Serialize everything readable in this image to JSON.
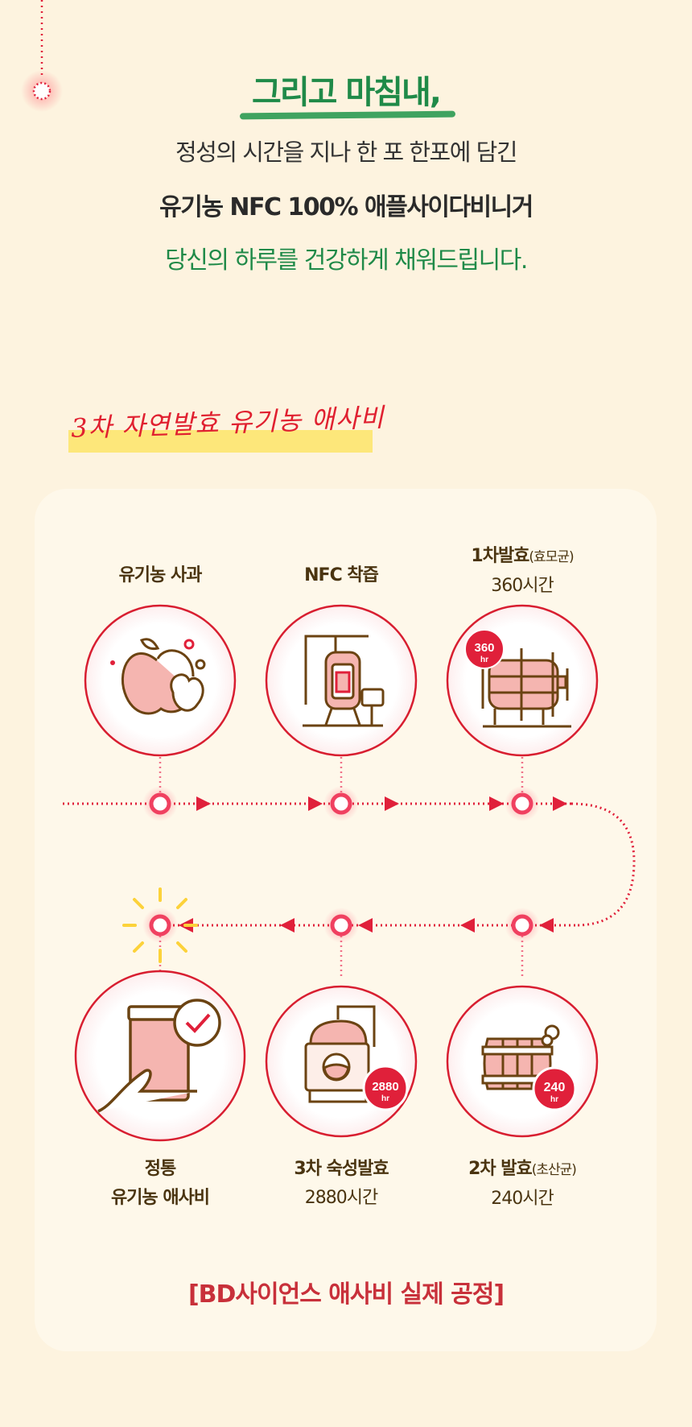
{
  "intro": {
    "heading": "그리고 마침내,",
    "line1": "정성의 시간을 지나 한 포 한포에 담긴",
    "line2": "유기농 NFC 100% 애플사이다비니거",
    "line3": "당신의 하루를 건강하게 채워드립니다."
  },
  "section_label": "3차 자연발효 유기농 애사비",
  "process": {
    "steps": [
      {
        "title": "유기농 사과",
        "sub": "",
        "detail": "",
        "icon": "apple-icon"
      },
      {
        "title": "NFC 착즙",
        "sub": "",
        "detail": "",
        "icon": "juicer-tank-icon"
      },
      {
        "title": "1차발효",
        "sub": "(효모균)",
        "detail": "360시간",
        "icon": "barrel-icon",
        "badge": "360",
        "badge_unit": "hr"
      },
      {
        "title": "2차 발효",
        "sub": "(초산균)",
        "detail": "240시간",
        "icon": "wooden-barrel-icon",
        "badge": "240",
        "badge_unit": "hr"
      },
      {
        "title": "3차 숙성발효",
        "sub": "",
        "detail": "2880시간",
        "icon": "fermentation-tank-icon",
        "badge": "2880",
        "badge_unit": "hr"
      },
      {
        "title": "정통",
        "sub": "",
        "detail": "유기농 애사비",
        "icon": "product-check-icon"
      }
    ],
    "footer": "[BD사이언스 애사비 실제 공정]"
  },
  "colors": {
    "green": "#1f8a48",
    "red": "#e0203a",
    "brown": "#6b4312",
    "pink": "#f5b5b0",
    "highlight": "#fde77a",
    "background": "#fdf3df"
  }
}
